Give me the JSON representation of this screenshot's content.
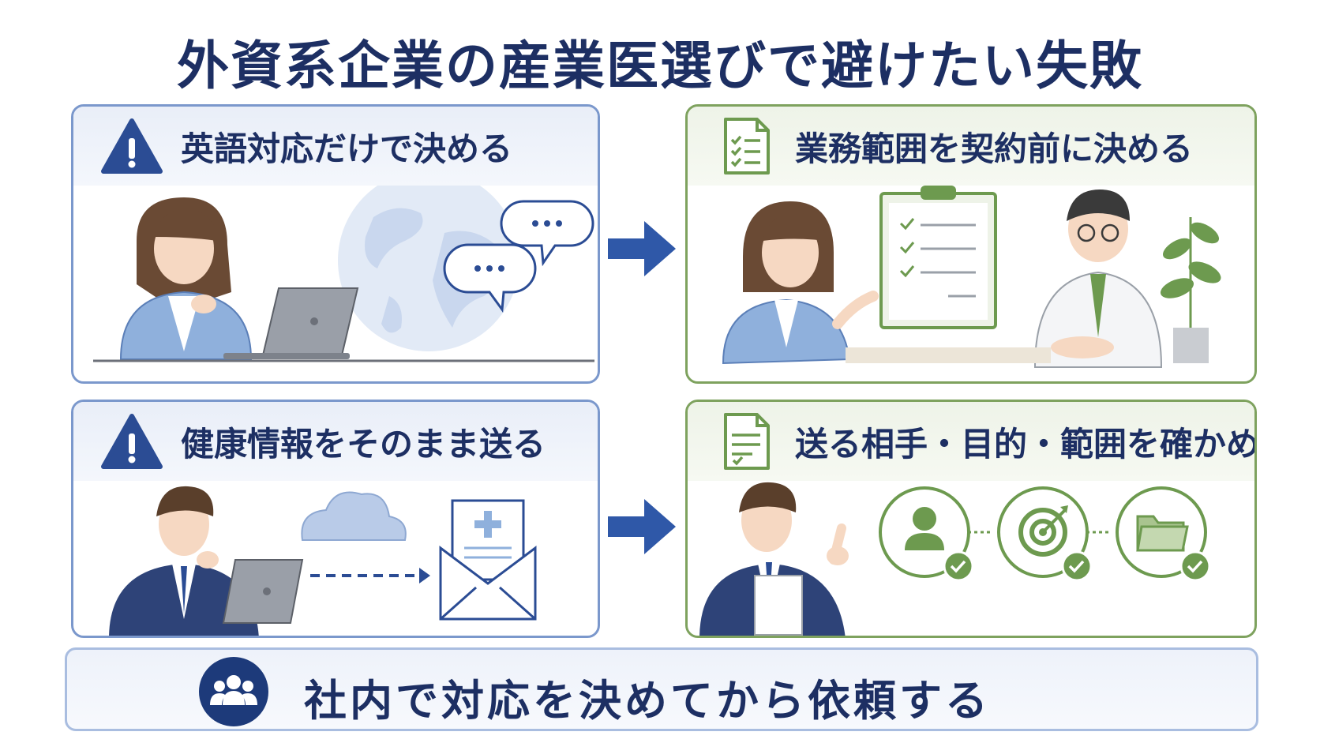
{
  "title": "外資系企業の産業医選びで避けたい失敗",
  "panels": {
    "english": {
      "heading": "英語対応だけで決める",
      "icon": "warning-icon"
    },
    "scope": {
      "heading": "業務範囲を契約前に決める",
      "icon": "checklist-icon"
    },
    "health": {
      "heading": "健康情報をそのまま送る",
      "icon": "warning-icon"
    },
    "confirm": {
      "heading": "送る相手・目的・範囲を確かめる",
      "icon": "document-icon"
    }
  },
  "footer": {
    "text": "社内で対応を決めてから依頼する",
    "icon": "group-icon"
  },
  "colors": {
    "navy": "#1d2f63",
    "blue_border": "#7b98cc",
    "green_border": "#7ea25e",
    "arrow_blue": "#2f58a8",
    "green_icon": "#6d9a4f"
  }
}
